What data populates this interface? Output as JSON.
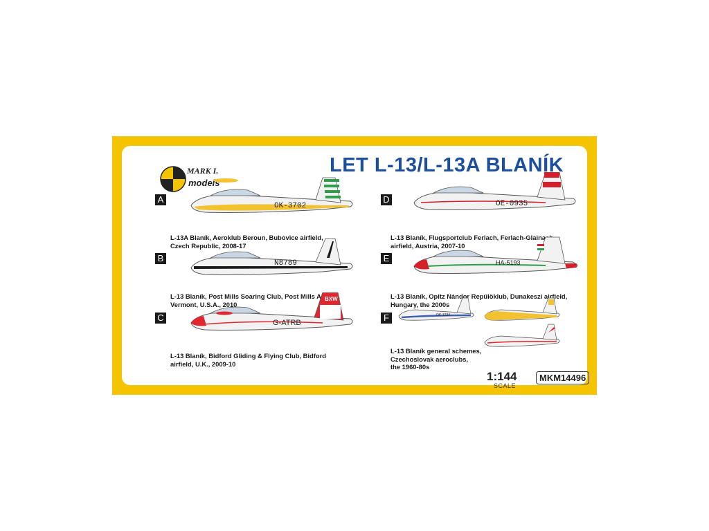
{
  "title": "LET L-13/L-13A BLANÍK",
  "logo": {
    "line1": "MARK I.",
    "line2": "models"
  },
  "schemes": [
    {
      "letter": "A",
      "registration": "OK-3702",
      "caption": "L-13A Blaník, Aeroklub Beroun, Bubovice airfield,\nCzech Republic, 2008-17",
      "accent": "#f2c230"
    },
    {
      "letter": "B",
      "registration": "N8789",
      "caption": "L-13 Blaník, Post Mills Soaring Club, Post Mills Airport,\nVermont, U.S.A., 2010",
      "accent": "#1a1a1a"
    },
    {
      "letter": "C",
      "registration": "G-ATRB",
      "tail_code": "BXW",
      "caption": "L-13 Blaník, Bidford Gliding & Flying Club, Bidford\nairfield, U.K., 2009-10",
      "accent": "#e0262f"
    },
    {
      "letter": "D",
      "registration": "OE-0935",
      "caption": "L-13 Blaník, Flugsportclub Ferlach, Ferlach-Glainach\nairfield, Austria, 2007-10",
      "accent": "#d4202b"
    },
    {
      "letter": "E",
      "registration": "HA-5193",
      "caption": "L-13 Blaník, Opitz Nándor Repülöklub, Dunakeszi airfield,\nHungary, the 2000s",
      "accent": "#2e9e4a"
    },
    {
      "letter": "F",
      "registration": "OK-1234",
      "caption": "L-13 Blaník general schemes,\nCzechoslovak aeroclubs,\nthe 1960-80s",
      "accent": "#3d5fb0"
    }
  ],
  "scale": {
    "value": "1:144",
    "label": "SCALE"
  },
  "product_code": "MKM14496",
  "colors": {
    "frame": "#f5c400",
    "title": "#1d4f9c"
  }
}
